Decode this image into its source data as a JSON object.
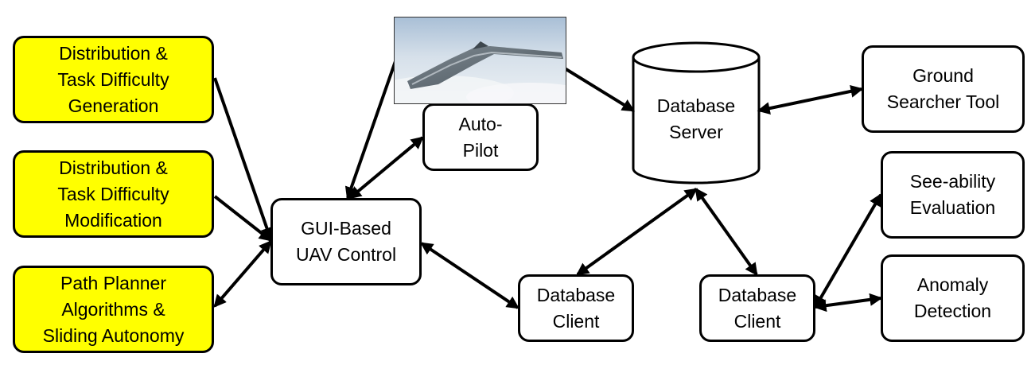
{
  "diagram": {
    "nodes": {
      "distribution_generation": [
        "Distribution &",
        "Task Difficulty",
        "Generation"
      ],
      "distribution_modification": [
        "Distribution &",
        "Task Difficulty",
        "Modification"
      ],
      "path_planner": [
        "Path Planner",
        "Algorithms &",
        "Sliding Autonomy"
      ],
      "gui_control": [
        "GUI-Based",
        "UAV Control"
      ],
      "auto_pilot": [
        "Auto-",
        "Pilot"
      ],
      "database_server": [
        "Database",
        "Server"
      ],
      "database_client_left": [
        "Database",
        "Client"
      ],
      "database_client_right": [
        "Database",
        "Client"
      ],
      "ground_searcher": [
        "Ground",
        "Searcher Tool"
      ],
      "see_ability": [
        "See-ability",
        "Evaluation"
      ],
      "anomaly_detection": [
        "Anomaly",
        "Detection"
      ]
    },
    "colors": {
      "highlight": "#ffff00",
      "border": "#000000",
      "background": "#ffffff"
    },
    "image": "flying-wing-uav-photo"
  }
}
